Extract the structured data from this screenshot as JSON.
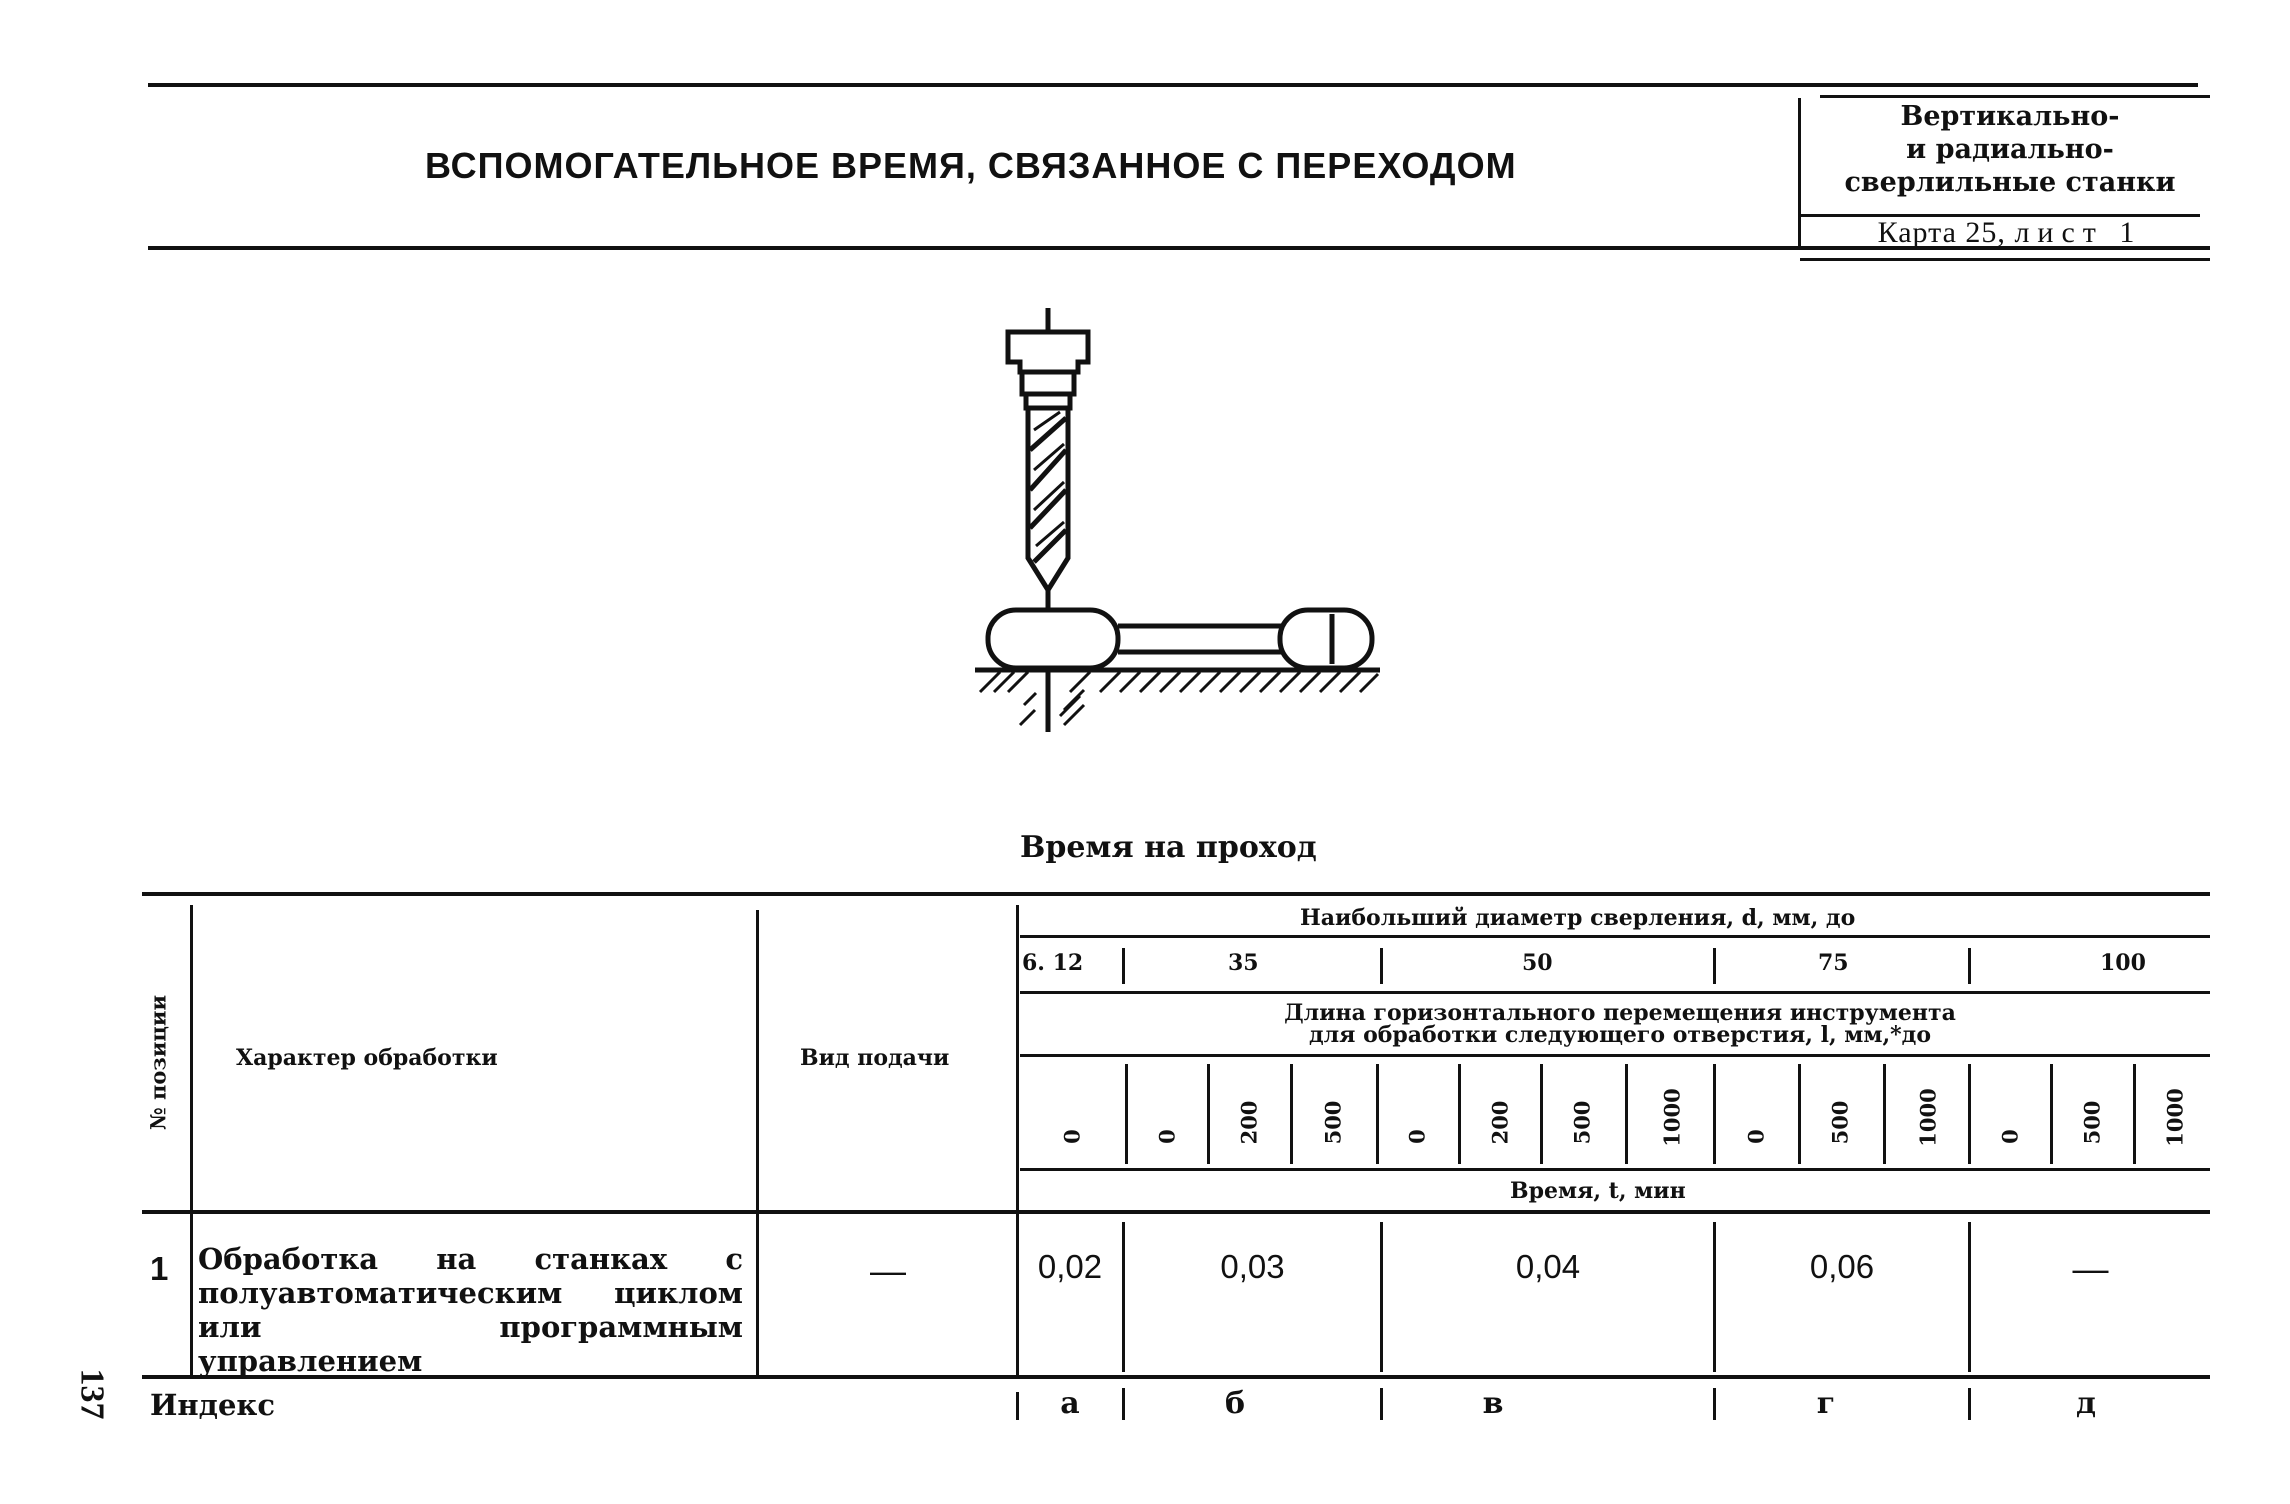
{
  "header": {
    "title": "ВСПОМОГАТЕЛЬНОЕ ВРЕМЯ, СВЯЗАННОЕ С ПЕРЕХОДОМ",
    "machine_type": "Вертикально-\nи радиально-\nсверлильные станки",
    "card_label": "Карта 25,",
    "sheet_label": "лист 1"
  },
  "figure": {
    "icon": "drill-and-workpiece-sketch-icon"
  },
  "table": {
    "title": "Время на проход",
    "col_position": "№ позиции",
    "col_character": "Характер обработки",
    "col_feed": "Вид подачи",
    "col_diameter": "Наибольший диаметр сверления, d, мм, до",
    "diameters": [
      "6. 12",
      "35",
      "50",
      "75",
      "100"
    ],
    "col_length_line1": "Длина горизонтального перемещения инструмента",
    "col_length_line2": "для обработки следующего отверстия, l, мм,*до",
    "lengths": [
      "0",
      "0",
      "200",
      "500",
      "0",
      "200",
      "500",
      "1000",
      "0",
      "500",
      "1000",
      "0",
      "500",
      "1000"
    ],
    "col_time": "Время, t, мин",
    "row": {
      "position": "1",
      "character": "Обработка на станках с полуавтоматическим циклом или программным управлением",
      "feed": "—",
      "values": [
        "0,02",
        "0,03",
        "0,04",
        "0,06",
        "—"
      ]
    },
    "index_label": "Индекс",
    "index_values": [
      "а",
      "б",
      "в",
      "г",
      "д"
    ]
  },
  "page_number": "137"
}
